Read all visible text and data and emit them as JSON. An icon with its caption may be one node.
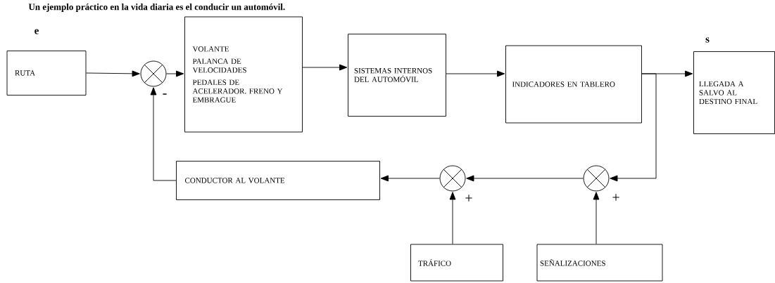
{
  "diagram": {
    "title": "Un ejemplo práctico en la vida diaria es el conducir un automóvil.",
    "nodes": [
      {
        "text": [
          "RUTA"
        ],
        "beside": [
          "e"
        ]
      },
      {
        "text": [],
        "shape": "circle"
      },
      {
        "text": [
          "VOLANTE",
          "PALANCA DE VELOCIDADES",
          "PEDALES DE ACELERADOR. FRENO Y EMBRAGUE"
        ]
      },
      {
        "text": [
          "SISTEMAS INTERNOS DEL AUTOMÓVIL"
        ]
      },
      {
        "text": [
          "INDICADORES EN TABLERO"
        ]
      },
      {
        "text": [
          "LLEGADA A SALVO AL DESTINO FINAL"
        ],
        "beside": [
          "s"
        ]
      },
      {
        "text": [
          "CONDUCTOR AL VOLANTE"
        ]
      },
      {
        "text": [],
        "shape": "circle"
      },
      {
        "text": [],
        "shape": "circle"
      },
      {
        "text": [
          "TRÁFICO"
        ]
      },
      {
        "text": [
          "SEÑALIZACIONES"
        ]
      }
    ],
    "edges": [
      {
        "from": 0,
        "to": 1,
        "arrow": "to"
      },
      {
        "from": 1,
        "to": 2,
        "arrow": "to"
      },
      {
        "from": 2,
        "to": 3,
        "arrow": "to"
      },
      {
        "from": 3,
        "to": 4,
        "arrow": "to"
      },
      {
        "from": 4,
        "to": 5,
        "arrow": "to"
      },
      {
        "from": 4,
        "to": 8,
        "arrow": "to"
      },
      {
        "from": 8,
        "to": 7,
        "arrow": "to"
      },
      {
        "from": 7,
        "to": 6,
        "arrow": "to"
      },
      {
        "from": 6,
        "to": 1,
        "arrow": "to",
        "label": "-"
      },
      {
        "from": 9,
        "to": 7,
        "arrow": "to",
        "label": "+"
      },
      {
        "from": 10,
        "to": 8,
        "arrow": "to",
        "label": "+"
      }
    ]
  }
}
